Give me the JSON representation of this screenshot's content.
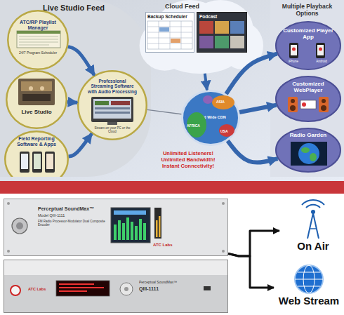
{
  "diagram": {
    "nodes": [
      {
        "text": [
          "Live Studio Feed"
        ]
      },
      {
        "text": [
          "ATC/RP Playlist Manager",
          "24/7 Program Scheduler"
        ],
        "in": 0
      },
      {
        "text": [
          "Live Studio"
        ],
        "in": 0
      },
      {
        "text": [
          "Field Reporting Software & Apps"
        ],
        "in": 0
      },
      {
        "text": [
          "Professional Streaming Software with Audio Processing",
          "Stream on your PC or the Cloud"
        ],
        "in": 0
      },
      {
        "text": [
          "Cloud Feed"
        ]
      },
      {
        "text": [
          "Backup Scheduler"
        ],
        "in": 5
      },
      {
        "text": [
          "Podcast"
        ],
        "in": 5
      },
      {
        "text": [
          "World Wide CDN"
        ]
      },
      {
        "text": [
          "Multiple Playback Options"
        ]
      },
      {
        "text": [
          "Customized Player App",
          "iPhone",
          "Android"
        ],
        "in": 9
      },
      {
        "text": [
          "Customized WebPlayer"
        ],
        "in": 9
      },
      {
        "text": [
          "Radio Garden"
        ],
        "in": 9
      },
      {
        "text": [
          "Perceptual SoundMax™",
          "Model QIII-1111",
          "FM Radio Processor-Modulator Dual Composite Encoder",
          "ATC Labs"
        ]
      },
      {
        "text": [
          "ATC Labs",
          "Perceptual SoundMax™",
          "QIII-1111"
        ]
      },
      {
        "text": [
          "On Air"
        ]
      },
      {
        "text": [
          "Web Stream"
        ]
      }
    ],
    "edges": [
      {
        "from": 1,
        "to": 4,
        "arrow": "to"
      },
      {
        "from": 2,
        "to": 4,
        "arrow": "to"
      },
      {
        "from": 3,
        "to": 4,
        "arrow": "to"
      },
      {
        "from": 4,
        "to": 8,
        "arrow": "none"
      },
      {
        "from": 5,
        "to": 8,
        "arrow": "to"
      },
      {
        "from": 8,
        "to": 10,
        "arrow": "to"
      },
      {
        "from": 8,
        "to": 11,
        "arrow": "to"
      },
      {
        "from": 8,
        "to": 12,
        "arrow": "to"
      },
      {
        "from": 13,
        "to": 15,
        "arrow": "to"
      },
      {
        "from": 13,
        "to": 16,
        "arrow": "to"
      }
    ],
    "labels": [
      "AFRICA",
      "ASIA",
      "USA",
      "Unlimited Listeners! Unlimited Bandwidth! Instant Connectivity!"
    ]
  }
}
